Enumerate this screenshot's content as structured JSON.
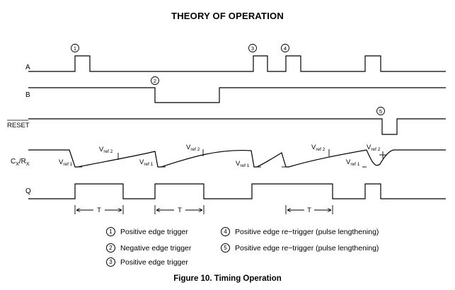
{
  "title": "THEORY OF OPERATION",
  "caption": "Figure 10. Timing Operation",
  "signals": {
    "a": "A",
    "b": "B",
    "reset": "RESET",
    "cx_main": "C",
    "cx_sub": "X",
    "cx_sep": "/R",
    "rx_sub": "X",
    "q": "Q"
  },
  "vref": {
    "main": "V",
    "sub1": "ref 1",
    "sub2": "ref 2"
  },
  "period_label": "T",
  "markers": [
    "1",
    "2",
    "3",
    "4",
    "5"
  ],
  "legend": [
    {
      "num": "1",
      "text": "Positive edge trigger"
    },
    {
      "num": "2",
      "text": "Negative edge trigger"
    },
    {
      "num": "3",
      "text": "Positive edge trigger"
    },
    {
      "num": "4",
      "text": "Positive edge re−trigger (pulse lengthening)"
    },
    {
      "num": "5",
      "text": "Positive edge re−trigger (pulse lengthening)"
    }
  ]
}
